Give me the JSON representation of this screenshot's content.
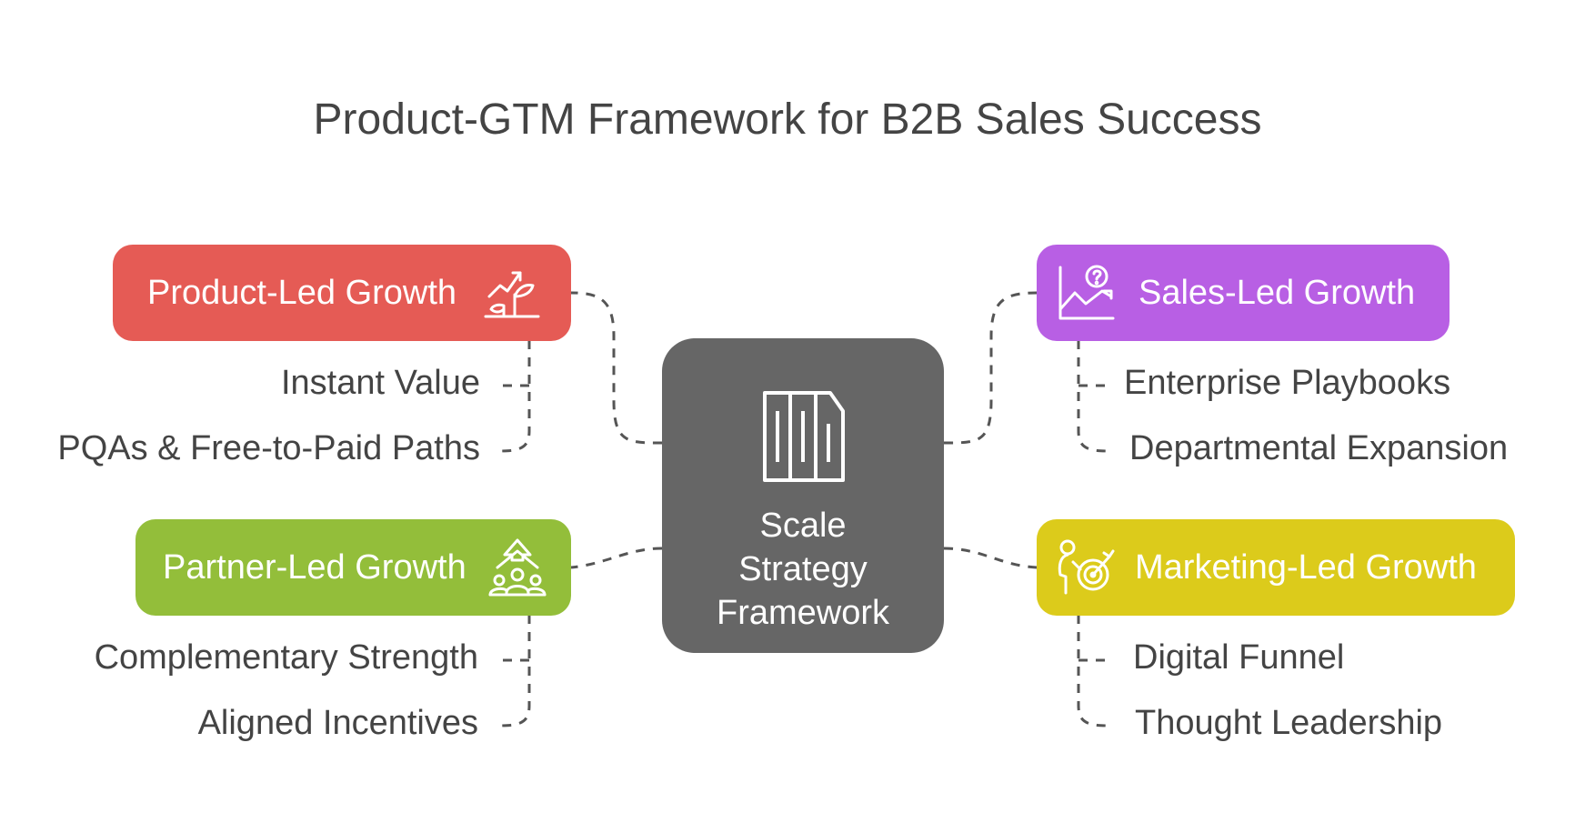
{
  "title": "Product-GTM Framework for B2B Sales Success",
  "center": {
    "label": "Scale\nStrategy\nFramework",
    "icon": "library-columns-icon",
    "color": "#666666"
  },
  "branches": {
    "product_led": {
      "label": "Product-Led Growth",
      "icon": "sprouting-growth-icon",
      "color": "#E55B55",
      "items": [
        "Instant Value",
        "PQAs & Free-to-Paid Paths"
      ]
    },
    "sales_led": {
      "label": "Sales-Led Growth",
      "icon": "chart-question-icon",
      "color": "#B85FE4",
      "items": [
        "Enterprise Playbooks",
        "Departmental Expansion"
      ]
    },
    "partner_led": {
      "label": "Partner-Led Growth",
      "icon": "team-arrow-up-icon",
      "color": "#93BE3A",
      "items": [
        "Complementary Strength",
        "Aligned Incentives"
      ]
    },
    "marketing_led": {
      "label": "Marketing-Led Growth",
      "icon": "person-target-icon",
      "color": "#DCCB1B",
      "items": [
        "Digital Funnel",
        "Thought Leadership"
      ]
    }
  }
}
